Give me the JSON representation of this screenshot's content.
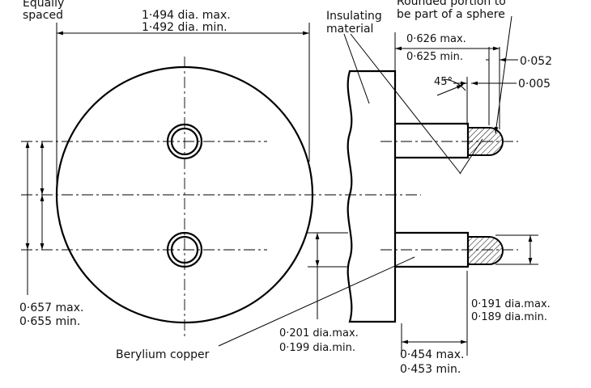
{
  "labels": {
    "equally_spaced": [
      "Equally",
      "spaced"
    ],
    "outer_dia_max": "1·494 dia. max.",
    "outer_dia_min": "1·492 dia. min.",
    "insulating_material": [
      "Insulating",
      "material"
    ],
    "rounded_portion": [
      "Rounded portion to",
      "be part of a sphere"
    ],
    "len_max": "0·626 max.",
    "len_min": "0·625 min.",
    "tip_052": "0·052",
    "tip_005": "0·005",
    "angle": "45°",
    "spacing_max": "0·657 max.",
    "spacing_min": "0·655 min.",
    "pin_dia_max": "0·191 dia.max.",
    "pin_dia_min": "0·189 dia.min.",
    "base_dia_max": "0·201 dia.max.",
    "base_dia_min": "0·199 dia.min.",
    "pin_len_max": "0·454 max.",
    "pin_len_min": "0·453 min.",
    "beryllium": "Berylium copper"
  }
}
